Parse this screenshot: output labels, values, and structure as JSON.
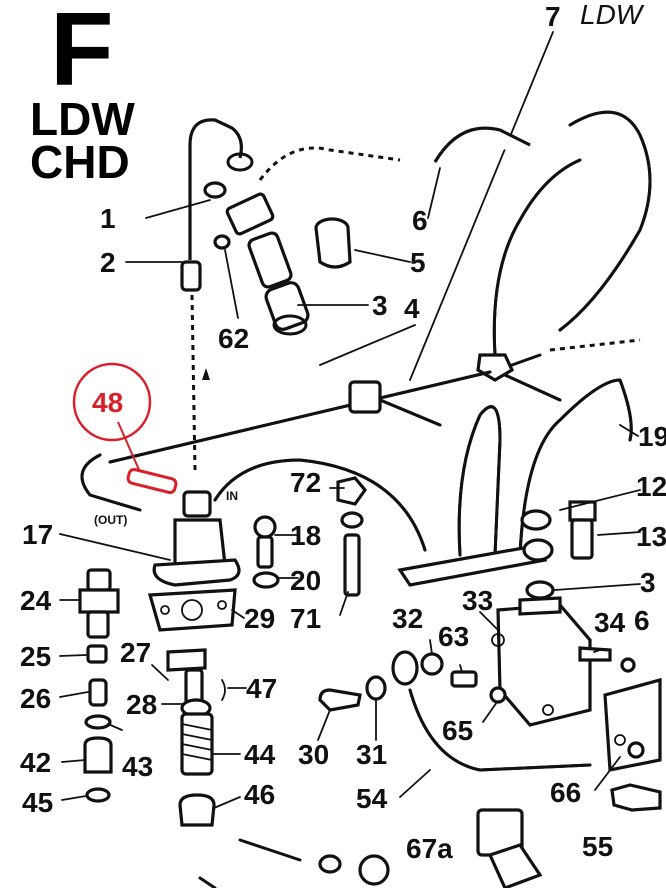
{
  "header": {
    "section_letter": "F",
    "line1": "LDW",
    "line2": "CHD",
    "ref_number": "7",
    "ref_text": "LDW"
  },
  "highlight": {
    "label": "48",
    "color": "#d8202a"
  },
  "callouts": {
    "c1": "1",
    "c2": "2",
    "c3": "3",
    "c4": "4",
    "c5": "5",
    "c6": "6",
    "c62": "62",
    "c17": "17",
    "c18": "18",
    "c19": "19",
    "c20": "20",
    "c71": "71",
    "c72": "72",
    "c12": "12",
    "c13": "13",
    "c33": "33",
    "c3b": "3",
    "c32": "32",
    "c34": "34",
    "c6x": "6",
    "c24": "24",
    "c25": "25",
    "c26": "26",
    "c27": "27",
    "c28": "28",
    "c29": "29",
    "c42": "42",
    "c43": "43",
    "c44": "44",
    "c45": "45",
    "c46": "46",
    "c47": "47",
    "c30": "30",
    "c31": "31",
    "c54": "54",
    "c55": "55",
    "c63": "63",
    "c65": "65",
    "c66": "66",
    "c67a": "67a"
  },
  "marks": {
    "out_label": "(OUT)",
    "in_label": "IN"
  },
  "colors": {
    "ink": "#111111",
    "highlight": "#d8202a",
    "background": "#ffffff"
  }
}
